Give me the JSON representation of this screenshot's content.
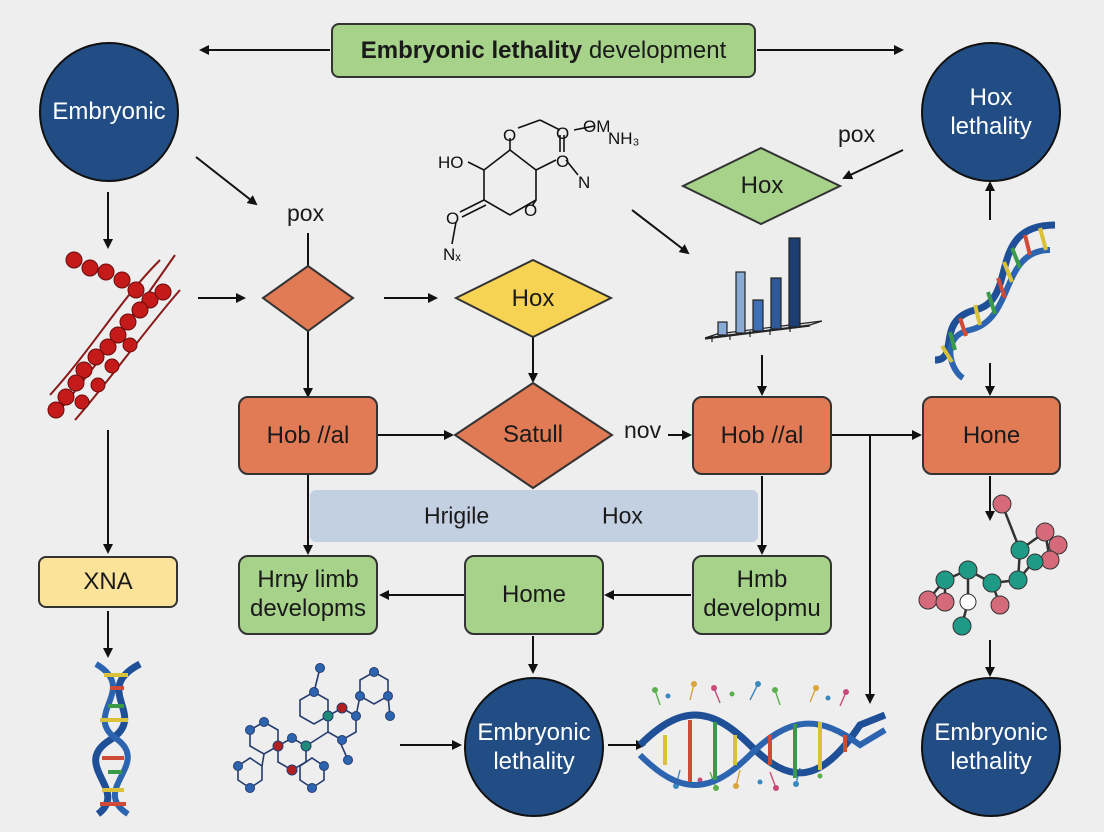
{
  "title": {
    "bold": "Embryonic lethality",
    "normal": "development"
  },
  "nodes": {
    "embryonic_tl": "Embryonic",
    "hox_lethality_tr": [
      "Hox",
      "lethality"
    ],
    "pox_left": "pox",
    "pox_right": "pox",
    "hox_diamond_tr": "Hox",
    "hox_diamond_yellow": "Hox",
    "hob_left": "Hob //al",
    "satull": "Satull",
    "nov": "nov",
    "hob_right": "Hob //al",
    "hone": "Hone",
    "banner_left": "Hrigile",
    "banner_right": "Hox",
    "xna": "XNA",
    "hrny_limb": [
      "Hrn̵y limb",
      "developms"
    ],
    "home": "Home",
    "hmb": [
      "Hmb",
      "developmu"
    ],
    "embryonic_lethality_center": [
      "Embryonic",
      "lethality"
    ],
    "embryonic_lethality_br": [
      "Embryonic",
      "lethality"
    ]
  },
  "chem_labels": [
    "HO",
    "O",
    "O",
    "O",
    "O",
    "OM",
    "NH₃",
    "N",
    "O",
    "Nₓ"
  ],
  "colors": {
    "orange": "#e07b56",
    "green": "#a6d28a",
    "yellow_diamond": "#f7d354",
    "yellow_box": "#fbe39a",
    "navy": "#214d84",
    "banner": "#c3d0e1",
    "protein_red": "#c41a1a"
  },
  "icons": [
    "protein-chain-icon",
    "molecule-structure-icon",
    "bar-chart-icon",
    "dna-helix-icon",
    "ball-stick-molecule-icon"
  ]
}
